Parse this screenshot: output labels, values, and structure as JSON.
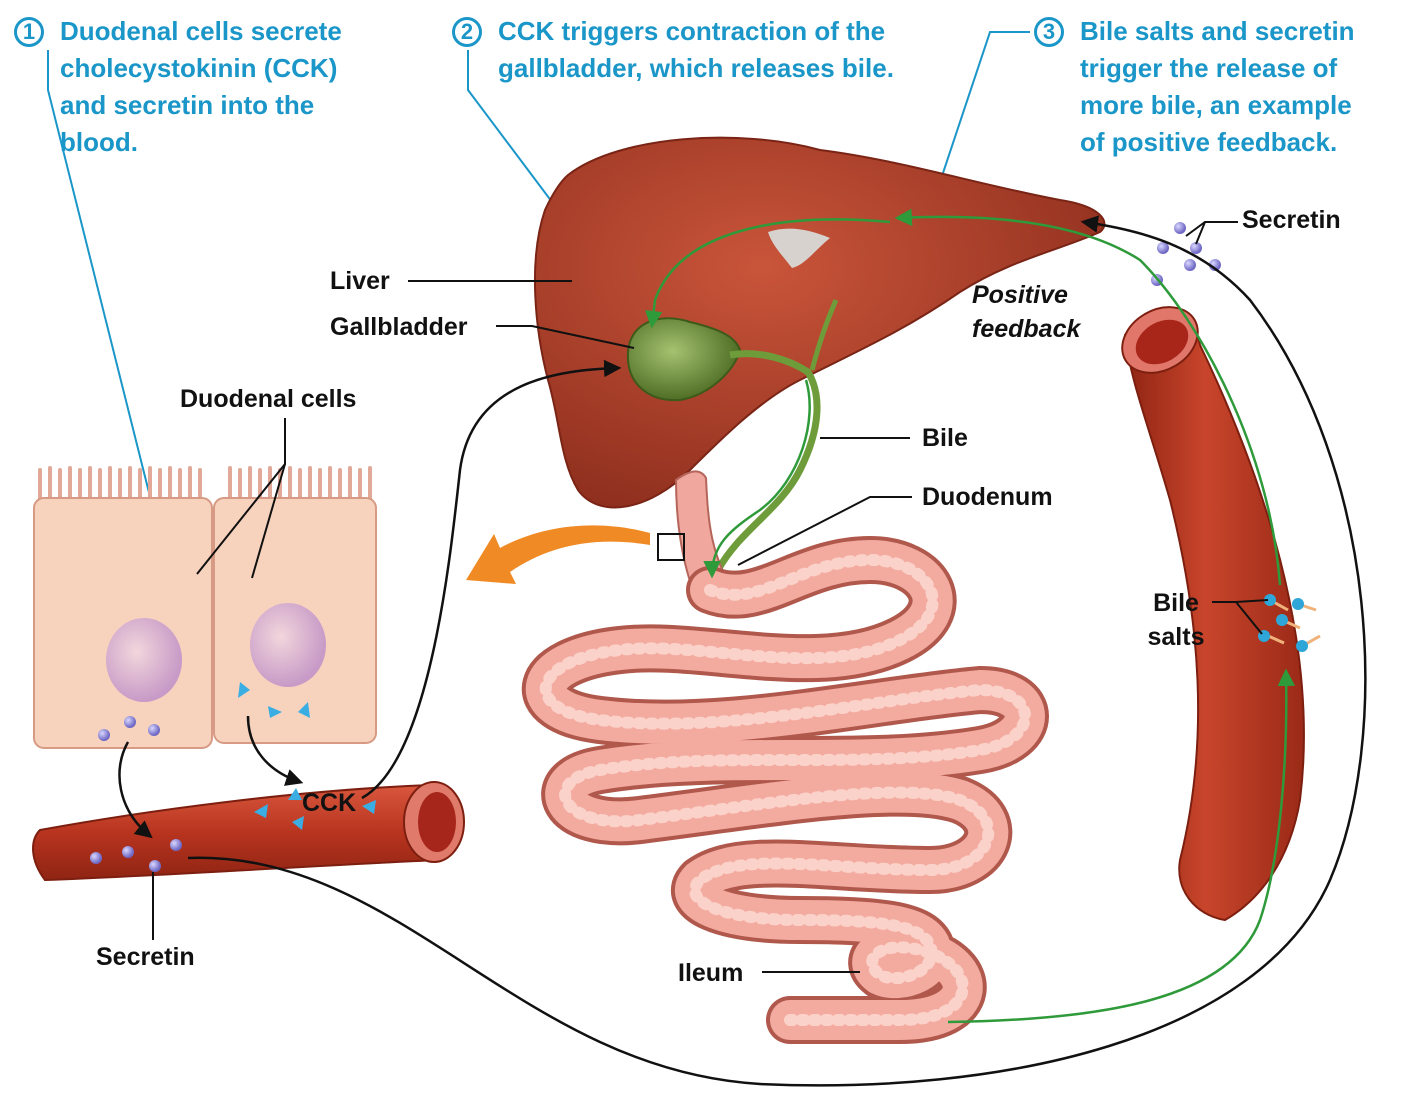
{
  "steps": [
    {
      "number": "1",
      "text": "Duodenal cells secrete\ncholecystokinin (CCK)\nand secretin into the\nblood."
    },
    {
      "number": "2",
      "text": "CCK triggers contraction of the\ngallbladder, which releases bile."
    },
    {
      "number": "3",
      "text": "Bile salts and secretin\ntrigger the release of\nmore bile, an example\nof positive feedback."
    }
  ],
  "labels": {
    "liver": "Liver",
    "gallbladder": "Gallbladder",
    "duodenal_cells": "Duodenal cells",
    "bile": "Bile",
    "duodenum": "Duodenum",
    "secretin_top": "Secretin",
    "positive_feedback": "Positive\nfeedback",
    "bile_salts": "Bile\nsalts",
    "cck": "CCK",
    "secretin_bottom": "Secretin",
    "ileum": "Ileum"
  },
  "colors": {
    "step_text": "#1a96c8",
    "liver": "#b2432a",
    "gallbladder": "#6f8f3a",
    "vessel": "#bf3a26",
    "intestine": "#f0a39a",
    "cell": "#f6cdb5",
    "feedback_arrow": "#3a9a3c",
    "orange_arrow": "#f08a24",
    "secretin_dot": "#8a86d8",
    "cck_triangle": "#3aaee2"
  }
}
